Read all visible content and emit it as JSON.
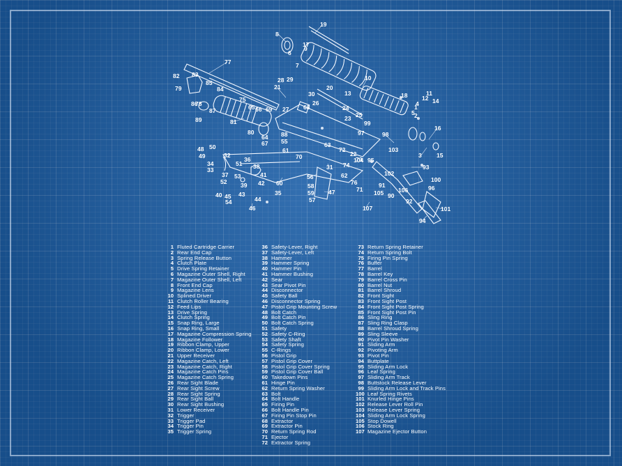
{
  "callouts": [
    "1",
    "2",
    "3",
    "4",
    "5",
    "6",
    "7",
    "8",
    "9",
    "10",
    "11",
    "12",
    "13",
    "14",
    "15",
    "16",
    "17",
    "18",
    "19",
    "20",
    "21",
    "22",
    "23",
    "24",
    "25",
    "26",
    "27",
    "28",
    "29",
    "30",
    "31",
    "32",
    "33",
    "34",
    "35",
    "36",
    "37",
    "38",
    "39",
    "40",
    "41",
    "42",
    "43",
    "44",
    "45",
    "46",
    "47",
    "48",
    "49",
    "50",
    "51",
    "52",
    "53",
    "54",
    "55",
    "56",
    "57",
    "58",
    "59",
    "60",
    "61",
    "62",
    "63",
    "64",
    "65",
    "66",
    "67",
    "68",
    "69",
    "70",
    "71",
    "72",
    "73",
    "74",
    "75",
    "76",
    "77",
    "78",
    "79",
    "80",
    "81",
    "82",
    "83",
    "84",
    "85",
    "86",
    "87",
    "88",
    "89",
    "90",
    "91",
    "92",
    "93",
    "94",
    "95",
    "96",
    "97",
    "98",
    "99",
    "100",
    "101",
    "102",
    "103",
    "104",
    "105",
    "106",
    "107"
  ],
  "legend": [
    {
      "num": "1",
      "name": "Fluted Cartridge Carrier"
    },
    {
      "num": "2",
      "name": "Rear End Cap"
    },
    {
      "num": "3",
      "name": "Spring Release Button"
    },
    {
      "num": "4",
      "name": "Clutch Plate"
    },
    {
      "num": "5",
      "name": "Drive Spring Retainer"
    },
    {
      "num": "6",
      "name": "Magazine Outer Shell, Right"
    },
    {
      "num": "7",
      "name": "Magazine Outer Shell, Left"
    },
    {
      "num": "8",
      "name": "Front End Cap"
    },
    {
      "num": "9",
      "name": "Magazine Lens"
    },
    {
      "num": "10",
      "name": "Splined Driver"
    },
    {
      "num": "11",
      "name": "Clutch Roller Bearing"
    },
    {
      "num": "12",
      "name": "Feed Lips"
    },
    {
      "num": "13",
      "name": "Drive Spring"
    },
    {
      "num": "14",
      "name": "Clutch Spring"
    },
    {
      "num": "15",
      "name": "Snap Ring, Large"
    },
    {
      "num": "16",
      "name": "Snap Ring, Small"
    },
    {
      "num": "17",
      "name": "Magazine Compression Spring"
    },
    {
      "num": "18",
      "name": "Magazine Follower"
    },
    {
      "num": "19",
      "name": "Ribbon Clamp, Upper"
    },
    {
      "num": "20",
      "name": "Ribbon Clamp, Lower"
    },
    {
      "num": "21",
      "name": "Upper Receiver"
    },
    {
      "num": "22",
      "name": "Magazine Catch, Left"
    },
    {
      "num": "23",
      "name": "Magazine Catch, Right"
    },
    {
      "num": "24",
      "name": "Magazine Catch Pins"
    },
    {
      "num": "25",
      "name": "Magazine Catch Spring"
    },
    {
      "num": "26",
      "name": "Rear Sight Blade"
    },
    {
      "num": "27",
      "name": "Rear Sight Screw"
    },
    {
      "num": "28",
      "name": "Rear Sight Spring"
    },
    {
      "num": "29",
      "name": "Rear Sight Ball"
    },
    {
      "num": "30",
      "name": "Rear Sight Bushing"
    },
    {
      "num": "31",
      "name": "Lower Receiver"
    },
    {
      "num": "32",
      "name": "Trigger"
    },
    {
      "num": "33",
      "name": "Trigger Pad"
    },
    {
      "num": "34",
      "name": "Trigger Pin"
    },
    {
      "num": "35",
      "name": "Trigger Spring"
    },
    {
      "num": "36",
      "name": "Safety-Lever, Right"
    },
    {
      "num": "37",
      "name": "Safety-Lever, Left"
    },
    {
      "num": "38",
      "name": "Hammer"
    },
    {
      "num": "39",
      "name": "Hammer Spring"
    },
    {
      "num": "40",
      "name": "Hammer Pin"
    },
    {
      "num": "41",
      "name": "Hammer Bushing"
    },
    {
      "num": "42",
      "name": "Sear"
    },
    {
      "num": "43",
      "name": "Sear Pivot Pin"
    },
    {
      "num": "44",
      "name": "Disconnector"
    },
    {
      "num": "45",
      "name": "Safety Ball"
    },
    {
      "num": "46",
      "name": "Disconnector Spring"
    },
    {
      "num": "47",
      "name": "Pistol Grip Mounting Screw"
    },
    {
      "num": "48",
      "name": "Bolt Catch"
    },
    {
      "num": "49",
      "name": "Bolt Catch Pin"
    },
    {
      "num": "50",
      "name": "Bolt Catch Spring"
    },
    {
      "num": "51",
      "name": "Safety"
    },
    {
      "num": "52",
      "name": "Safety C-Ring"
    },
    {
      "num": "53",
      "name": "Safety Shaft"
    },
    {
      "num": "54",
      "name": "Safety Spring"
    },
    {
      "num": "55",
      "name": "C-Rings"
    },
    {
      "num": "56",
      "name": "Pistol Grip"
    },
    {
      "num": "57",
      "name": "Pistol Grip Cover"
    },
    {
      "num": "58",
      "name": "Pistol Grip Cover Spring"
    },
    {
      "num": "59",
      "name": "Pistol Grip Cover Ball"
    },
    {
      "num": "60",
      "name": "Takedown Pins"
    },
    {
      "num": "61",
      "name": "Hinge Pin"
    },
    {
      "num": "62",
      "name": "Return Spring Washer"
    },
    {
      "num": "63",
      "name": "Bolt"
    },
    {
      "num": "64",
      "name": "Bolt Handle"
    },
    {
      "num": "65",
      "name": "Firing Pin"
    },
    {
      "num": "66",
      "name": "Bolt Handle Pin"
    },
    {
      "num": "67",
      "name": "Firing Pin Stop Pin"
    },
    {
      "num": "68",
      "name": "Extractor"
    },
    {
      "num": "69",
      "name": "Extractor Pin"
    },
    {
      "num": "70",
      "name": "Return Spring Rod"
    },
    {
      "num": "71",
      "name": "Ejector"
    },
    {
      "num": "72",
      "name": "Extractor Spring"
    },
    {
      "num": "73",
      "name": "Return Spring Retainer"
    },
    {
      "num": "74",
      "name": "Return Spring Bolt"
    },
    {
      "num": "75",
      "name": "Firing Pin Spring"
    },
    {
      "num": "76",
      "name": "Buffer"
    },
    {
      "num": "77",
      "name": "Barrel"
    },
    {
      "num": "78",
      "name": "Barrel Key"
    },
    {
      "num": "79",
      "name": "Barrel Cross Pin"
    },
    {
      "num": "80",
      "name": "Barrel Nut"
    },
    {
      "num": "81",
      "name": "Barrel Shroud"
    },
    {
      "num": "82",
      "name": "Front Sight"
    },
    {
      "num": "83",
      "name": "Front Sight Post"
    },
    {
      "num": "84",
      "name": "Front Sight Post Spring"
    },
    {
      "num": "85",
      "name": "Front Sight Post Pin"
    },
    {
      "num": "86",
      "name": "Sling Ring"
    },
    {
      "num": "87",
      "name": "Sling Ring Clasp"
    },
    {
      "num": "88",
      "name": "Barrel Shroud Spring"
    },
    {
      "num": "89",
      "name": "Sling Sleeve"
    },
    {
      "num": "90",
      "name": "Pivot Pin Washer"
    },
    {
      "num": "91",
      "name": "Sliding Arm"
    },
    {
      "num": "92",
      "name": "Pivoting Arm"
    },
    {
      "num": "93",
      "name": "Pivot Pin"
    },
    {
      "num": "94",
      "name": "Buttplate"
    },
    {
      "num": "95",
      "name": "Sliding Arm Lock"
    },
    {
      "num": "96",
      "name": "Leaf Spring"
    },
    {
      "num": "97",
      "name": "Sliding Arm Track"
    },
    {
      "num": "98",
      "name": "Buttstock Release Lever"
    },
    {
      "num": "99",
      "name": "Sliding Arm Lock and Track Pins"
    },
    {
      "num": "100",
      "name": "Leaf Spring Rivets"
    },
    {
      "num": "101",
      "name": "Knurled Hinge Pins"
    },
    {
      "num": "102",
      "name": "Release Lever Roll Pin"
    },
    {
      "num": "103",
      "name": "Release Lever Spring"
    },
    {
      "num": "104",
      "name": "Sliding Arm Lock Spring"
    },
    {
      "num": "105",
      "name": "Stop Dowell"
    },
    {
      "num": "106",
      "name": "Stock Ring"
    },
    {
      "num": "107",
      "name": "Magazine Ejector Button"
    }
  ]
}
